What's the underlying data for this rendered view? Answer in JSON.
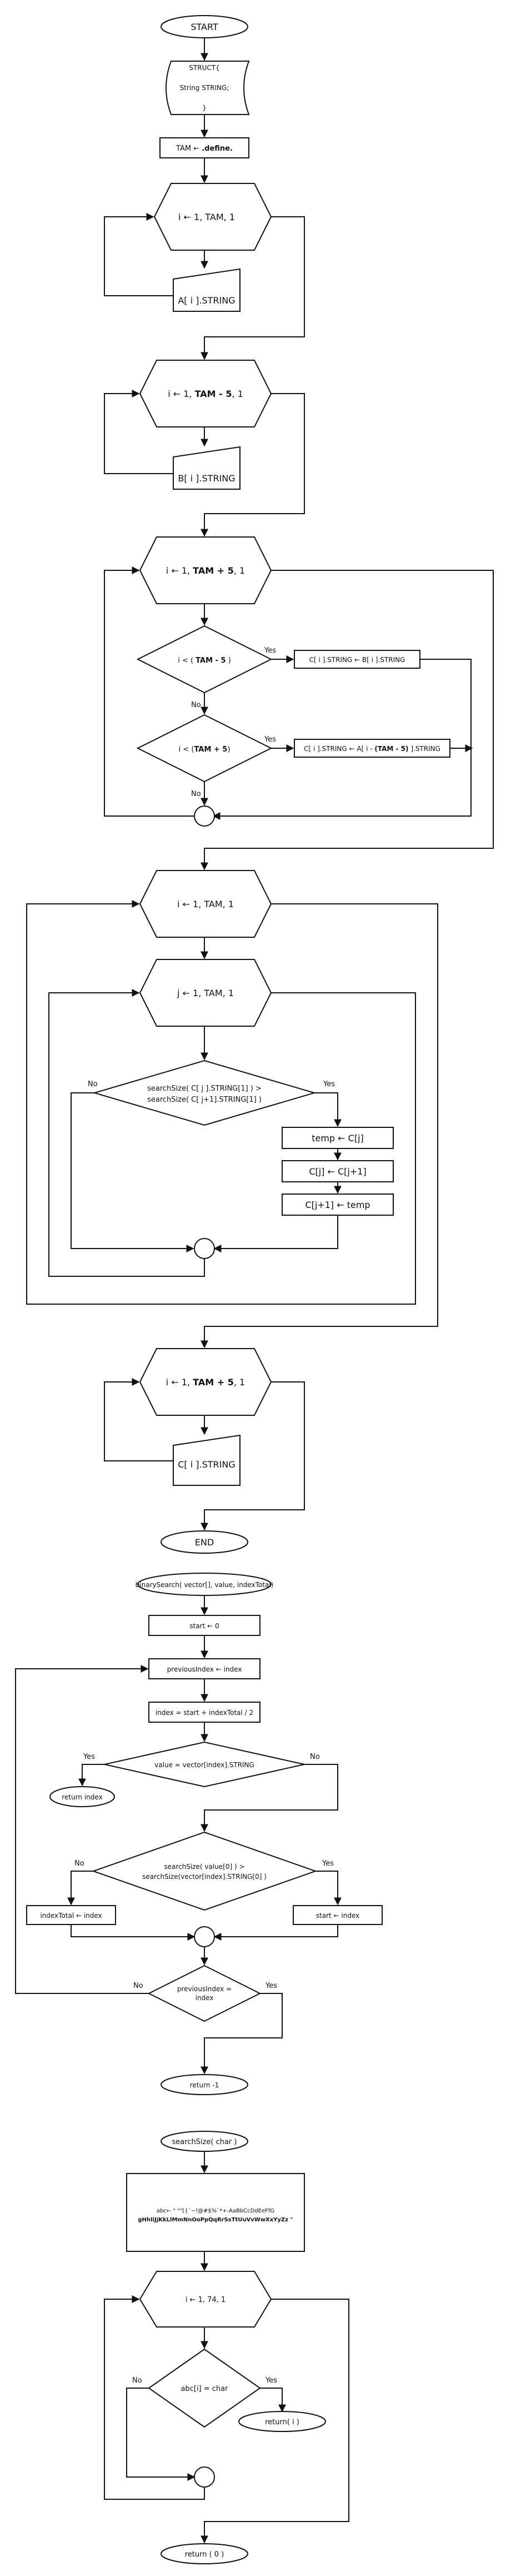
{
  "flowchart_main": {
    "start": "START",
    "struct_line1": "STRUCT{",
    "struct_line2": "String STRING;",
    "struct_line3": "}",
    "tam_prefix": "TAM ← ",
    "tam_value": ".define.",
    "loop1": "i ← 1, TAM, 1",
    "input_a": "A[ i ].STRING",
    "loop2_prefix": "i ← 1, ",
    "loop2_bold": "TAM - 5",
    "loop2_suffix": ", 1",
    "input_b": "B[ i ].STRING",
    "loop3_prefix": "i ← 1, ",
    "loop3_bold": "TAM + 5",
    "loop3_suffix": ", 1",
    "cond1_prefix": "i < ( ",
    "cond1_bold": "TAM - 5",
    "cond1_suffix": " )",
    "assign_c_from_b": "C[ i ].STRING ← B[ i ].STRING",
    "cond2_prefix": "i < (",
    "cond2_bold": "TAM + 5",
    "cond2_suffix": ")",
    "assign_c_from_a_prefix": "C[ i ].STRING ← A[ i - ",
    "assign_c_from_a_bold": "(TAM - 5)",
    "assign_c_from_a_suffix": " ].STRING",
    "yes": "Yes",
    "no": "No",
    "outer_sort_loop": "i ← 1, TAM, 1",
    "inner_sort_loop": "j ← 1, TAM, 1",
    "compare_line1": "searchSize( C[ j ].STRING[1] ) >",
    "compare_line2": "searchSize( C[ j+1].STRING[1] )",
    "swap1": "temp ← C[j]",
    "swap2": "C[j] ← C[j+1]",
    "swap3": "C[j+1] ← temp",
    "print_loop_prefix": "i ← 1, ",
    "print_loop_bold": "TAM + 5",
    "print_loop_suffix": ", 1",
    "output_c": "C[ i ].STRING",
    "end": "END"
  },
  "flowchart_binary": {
    "header": "binarySearch( vector[], value, indexTotal)",
    "start_assign": "start ← 0",
    "prev_assign": "previousIndex ← index",
    "index_calc": "index = start + indexTotal / 2",
    "cond_equal": "value = vector[index].STRING",
    "return_index": "return index",
    "cond_size_1": "searchSize( value[0] ) >",
    "cond_size_2": "searchSize(vector[index].STRING[0] )",
    "index_total_assign": "indexTotal ← index",
    "start_index_assign": "start ← index",
    "cond_prev_1": "previousIndex =",
    "cond_prev_2": "index",
    "return_neg": "return -1",
    "yes": "Yes",
    "no": "No"
  },
  "flowchart_search": {
    "header": "searchSize( char )",
    "abc_line1": "abc← \" \"\"[{´~!@#$%¨*+-AaBbCcDdEeFfG",
    "abc_line2": "gHhIiJjKkLlMmNnOoPpQqRrSsTtUuVvWwXxYyZz \"",
    "loop": "i ← 1, 74, 1",
    "cond": "abc[i] = char",
    "return_i": "return( i )",
    "return_zero": "return ( 0 )",
    "yes": "Yes",
    "no": "No"
  }
}
